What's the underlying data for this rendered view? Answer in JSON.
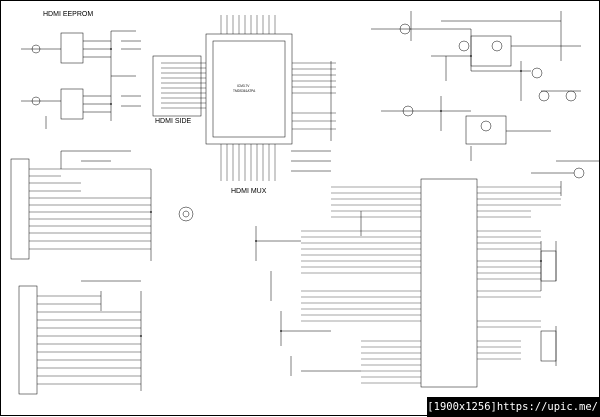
{
  "sections": {
    "hdmi_eeprom": "HDMI EEPROM",
    "hdmi_side": "HDMI SIDE",
    "hdmi_mux": "HDMI MUX"
  },
  "chips": {
    "mux_part": "TMDS361ATPA",
    "mux_ref": "ICM3.7V"
  },
  "watermark": {
    "size": "[1900x1256]",
    "site": "https://upic.me/"
  }
}
